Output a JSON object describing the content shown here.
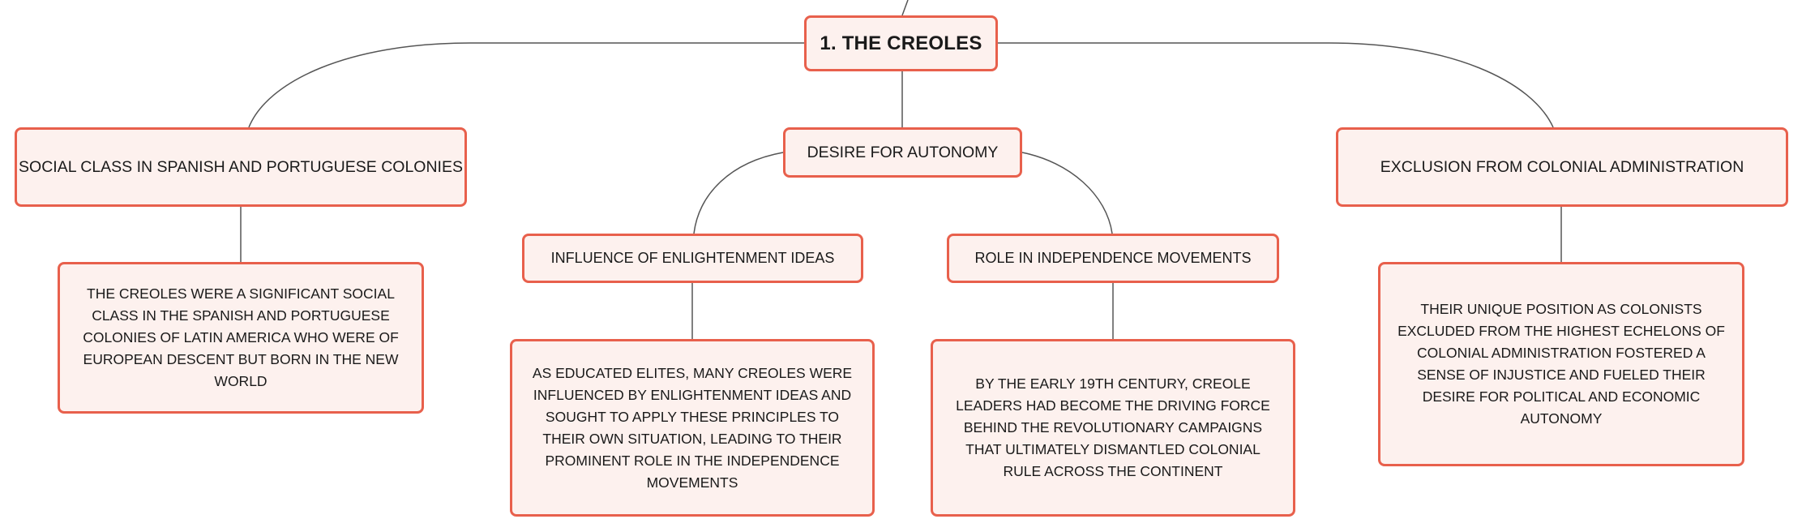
{
  "diagram": {
    "root": {
      "label": "1. THE CREOLES"
    },
    "branches": [
      {
        "label": "SOCIAL CLASS IN SPANISH AND PORTUGUESE COLONIES",
        "detail": "THE CREOLES WERE A SIGNIFICANT SOCIAL CLASS IN THE SPANISH AND PORTUGUESE COLONIES OF LATIN AMERICA WHO WERE OF EUROPEAN DESCENT BUT BORN IN THE NEW WORLD"
      },
      {
        "label": "DESIRE FOR AUTONOMY",
        "children": [
          {
            "label": "INFLUENCE OF ENLIGHTENMENT IDEAS",
            "detail": "AS EDUCATED ELITES, MANY CREOLES WERE INFLUENCED BY ENLIGHTENMENT IDEAS AND SOUGHT TO APPLY THESE PRINCIPLES TO THEIR OWN SITUATION, LEADING TO THEIR PROMINENT ROLE IN THE INDEPENDENCE MOVEMENTS"
          },
          {
            "label": "ROLE IN INDEPENDENCE MOVEMENTS",
            "detail": "BY THE EARLY 19TH CENTURY, CREOLE LEADERS HAD BECOME THE DRIVING FORCE BEHIND THE REVOLUTIONARY CAMPAIGNS THAT ULTIMATELY DISMANTLED COLONIAL RULE ACROSS THE CONTINENT"
          }
        ]
      },
      {
        "label": "EXCLUSION FROM COLONIAL ADMINISTRATION",
        "detail": "THEIR UNIQUE POSITION AS COLONISTS EXCLUDED FROM THE HIGHEST ECHELONS OF COLONIAL ADMINISTRATION FOSTERED A SENSE OF INJUSTICE AND FUELED THEIR DESIRE FOR POLITICAL AND ECONOMIC AUTONOMY"
      }
    ]
  },
  "colors": {
    "node_border": "#e8604c",
    "node_fill": "#fdf1ee",
    "connector": "#555555",
    "text": "#1a1a1a"
  }
}
